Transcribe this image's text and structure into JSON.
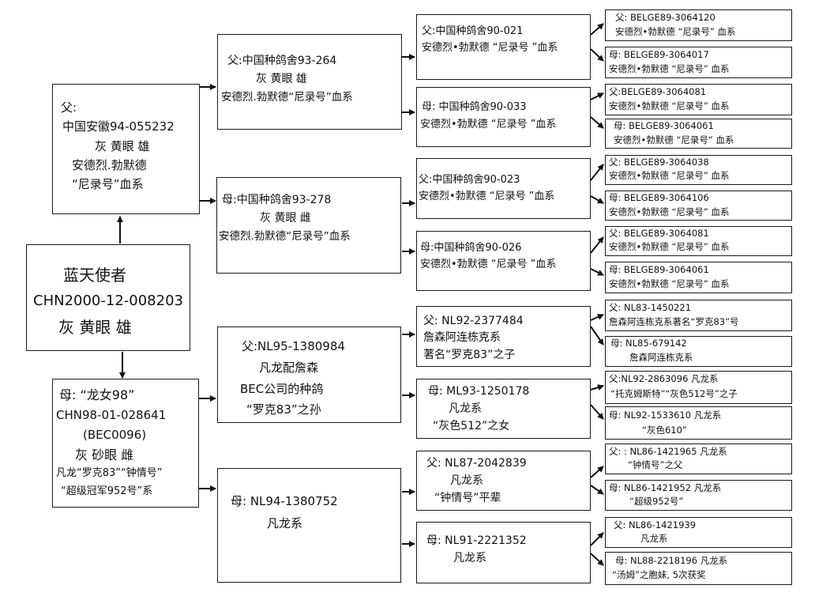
{
  "root": {
    "lines": [
      "蓝天使者",
      "CHN2000-12-008203",
      "灰 黄眼 雄"
    ]
  },
  "sire": {
    "lines": [
      "父:",
      "中国安徽94-055232",
      "灰 黄眼 雄",
      "安德烈.勃默德",
      "“尼录号”血系"
    ],
    "sire": {
      "lines": [
        "父:中国种鸽舍93-264",
        "灰 黄眼 雄",
        "安德烈.勃默德“尼录号”血系"
      ],
      "sire": {
        "lines": [
          "父:中国种鸽舍90-021",
          "安德烈•勃默德 “尼录号 ”血系"
        ],
        "sire": {
          "lines": [
            "父: BELGE89-3064120",
            "安德烈•勃默德 “尼录号” 血系"
          ]
        },
        "dam": {
          "lines": [
            "母: BELGE89-3064017",
            "安德烈•勃默德 “尼录号” 血系"
          ]
        }
      },
      "dam": {
        "lines": [
          "母: 中国种鸽舍90-033",
          "安德烈•勃默德 “尼录号 ”血系"
        ],
        "sire": {
          "lines": [
            "父:BELGE89-3064081",
            "安德烈•勃默德 “尼录号” 血系"
          ]
        },
        "dam": {
          "lines": [
            "母: BELGE89-3064061",
            "安德烈•勃默德 “尼录号” 血系"
          ]
        }
      }
    },
    "dam": {
      "lines": [
        "母:中国种鸽舍93-278",
        "灰 黄眼 雌",
        "安德烈.勃默德“尼录号”血系"
      ],
      "sire": {
        "lines": [
          "父:中国种鸽舍90-023",
          "安德烈•勃默德 “尼录号 ”血系"
        ],
        "sire": {
          "lines": [
            "父: BELGE89-3064038",
            "安德烈•勃默德 “尼录号” 血系"
          ]
        },
        "dam": {
          "lines": [
            "母: BELGE89-3064106",
            "安德烈•勃默德 “尼录号” 血系"
          ]
        }
      },
      "dam": {
        "lines": [
          "母:中国种鸽舍90-026",
          "安德烈•勃默德 “尼录号 ”血系"
        ],
        "sire": {
          "lines": [
            "父: BELGE89-3064081",
            "安德烈•勃默德 “尼录号” 血系"
          ]
        },
        "dam": {
          "lines": [
            "母: BELGE89-3064061",
            "安德烈•勃默德 “尼录号” 血系"
          ]
        }
      }
    }
  },
  "dam": {
    "lines": [
      "母: “龙女98”",
      "CHN98-01-028641",
      "(BEC0096)",
      "灰 砂眼 雌",
      "凡龙“罗克83”“钟情号”",
      "“超级冠军952号”系"
    ],
    "sire": {
      "lines": [
        "父:NL95-1380984",
        "凡龙配詹森",
        "BEC公司的种鸽",
        "“罗克83”之孙"
      ],
      "sire": {
        "lines": [
          "父: NL92-2377484",
          "詹森阿连栋克系",
          "著名“罗克83”之子"
        ],
        "sire": {
          "lines": [
            "父: NL83-1450221",
            "詹森阿连栋克系著名“罗克83”号"
          ]
        },
        "dam": {
          "lines": [
            "母: NL85-679142",
            "詹森阿连栋克系"
          ]
        }
      },
      "dam": {
        "lines": [
          "母: ML93-1250178",
          "凡龙系",
          "“灰色512”之女"
        ],
        "sire": {
          "lines": [
            "父:NL92-2863096 凡龙系",
            "“托克姆斯特”“灰色512号”之子"
          ]
        },
        "dam": {
          "lines": [
            "母: NL92-1533610 凡龙系",
            "“灰色610”"
          ]
        }
      }
    },
    "dam": {
      "lines": [
        "母: NL94-1380752",
        "凡龙系"
      ],
      "sire": {
        "lines": [
          "父: NL87-2042839",
          "凡龙系",
          "“钟情号”平辈"
        ],
        "sire": {
          "lines": [
            "父: : NL86-1421965 凡龙系",
            "“钟情号”之父"
          ]
        },
        "dam": {
          "lines": [
            "母: NL86-1421952 凡龙系",
            "“超级952号”"
          ]
        }
      },
      "dam": {
        "lines": [
          "母: NL91-2221352",
          "凡龙系"
        ],
        "sire": {
          "lines": [
            "父: NL86-1421939",
            "凡龙系"
          ]
        },
        "dam": {
          "lines": [
            "母: NL88-2218196 凡龙系",
            "“汤姆”之胞妹, 5次获奖"
          ]
        }
      }
    }
  }
}
